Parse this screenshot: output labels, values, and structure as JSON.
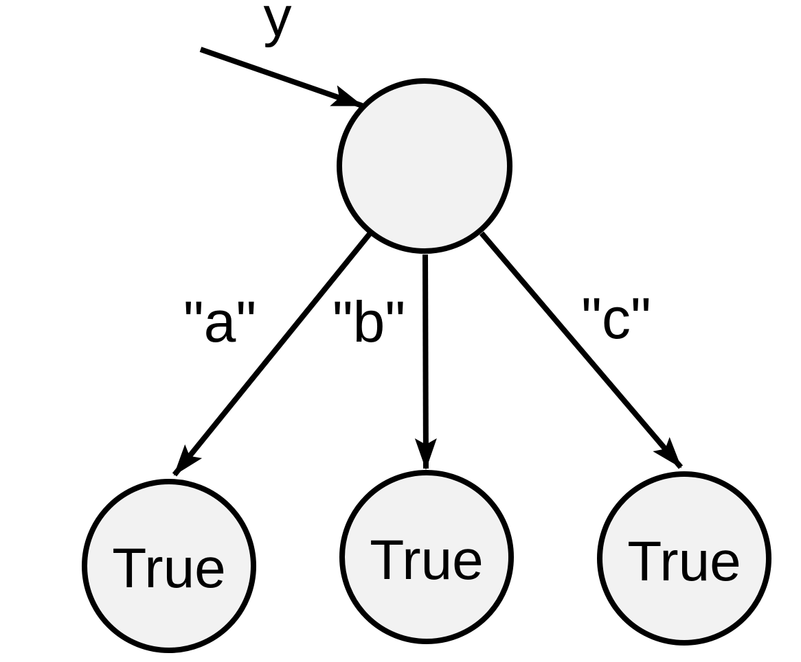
{
  "diagram": {
    "type": "tree",
    "background_color": "#ffffff",
    "node_fill_color": "#f2f2f2",
    "node_stroke_color": "#000000",
    "input_arrow": {
      "label": "y",
      "target": "root"
    },
    "root_node": {
      "label": ""
    },
    "edges": [
      {
        "label": "\"a\"",
        "from": "root",
        "to": "leaf-1"
      },
      {
        "label": "\"b\"",
        "from": "root",
        "to": "leaf-2"
      },
      {
        "label": "\"c\"",
        "from": "root",
        "to": "leaf-3"
      }
    ],
    "leaves": [
      {
        "label": "True"
      },
      {
        "label": "True"
      },
      {
        "label": "True"
      }
    ]
  }
}
